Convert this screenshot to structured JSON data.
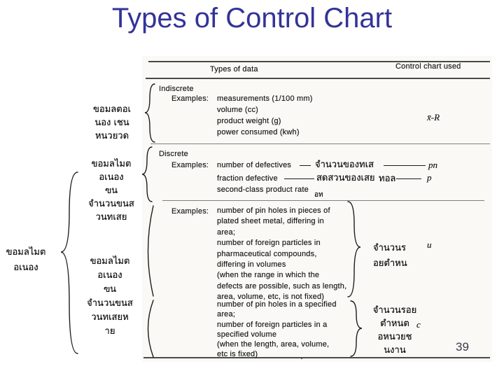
{
  "slide": {
    "title": "Types of Control Chart",
    "title_color": "#333399",
    "page_number": "39"
  },
  "table": {
    "header": {
      "col1": "Types of data",
      "col2": "Control chart used"
    },
    "sections": [
      {
        "name": "Indiscrete",
        "examples_label": "Examples:",
        "lines": [
          "measurements (1/100 mm)",
          "volume (cc)",
          "product weight (g)",
          "power consumed (kwh)"
        ],
        "chart": "x̄-R"
      },
      {
        "name": "Discrete",
        "examples_label": "Examples:",
        "rows": [
          {
            "text": "number of defectives",
            "thai": "จำนวนของทเส",
            "chart": "pn"
          },
          {
            "text": "fraction defective",
            "thai": "สดสวนของเสย",
            "thai2": "ทอล",
            "chart": "p"
          },
          {
            "text": "second-class product rate",
            "thai_sub": "อท"
          }
        ]
      },
      {
        "examples_label": "Examples:",
        "lines": [
          "number of pin holes in pieces of",
          "plated sheet metal, differing in",
          "area;",
          "number of foreign particles in",
          "pharmaceutical compounds,",
          "differing in volumes",
          "(when the range in which the",
          "defects are possible, such as length,",
          "area, volume, etc, is not fixed)"
        ],
        "thai_label": [
          "จำนวนร",
          "อยตำหน"
        ],
        "chart": "u"
      },
      {
        "lines": [
          "number of pin holes in a specified",
          "area;",
          "number of foreign particles in a",
          "specified volume",
          "(when the length, area, volume,",
          "etc  is fixed)"
        ],
        "thai_label": [
          "จำนวนรอย",
          "ตำหนต",
          "อหนวยช",
          "นงาน"
        ],
        "chart": "c"
      }
    ]
  },
  "annotations": {
    "left_block1": [
      "ขอมลตอเ",
      "นอง  เชน",
      "หนวยวด"
    ],
    "mid_block1": [
      "ขอมลไมต",
      "อเนอง",
      "ฃน",
      "จำนวนขนส",
      "วนทเสย"
    ],
    "far_left_block": [
      "ขอมลไมต",
      "อเนอง"
    ],
    "mid_block2": [
      "ขอมลไมต",
      "อเนอง",
      "ฃน",
      "จำนวนขนส",
      "วนทเสยห",
      "าย"
    ]
  }
}
